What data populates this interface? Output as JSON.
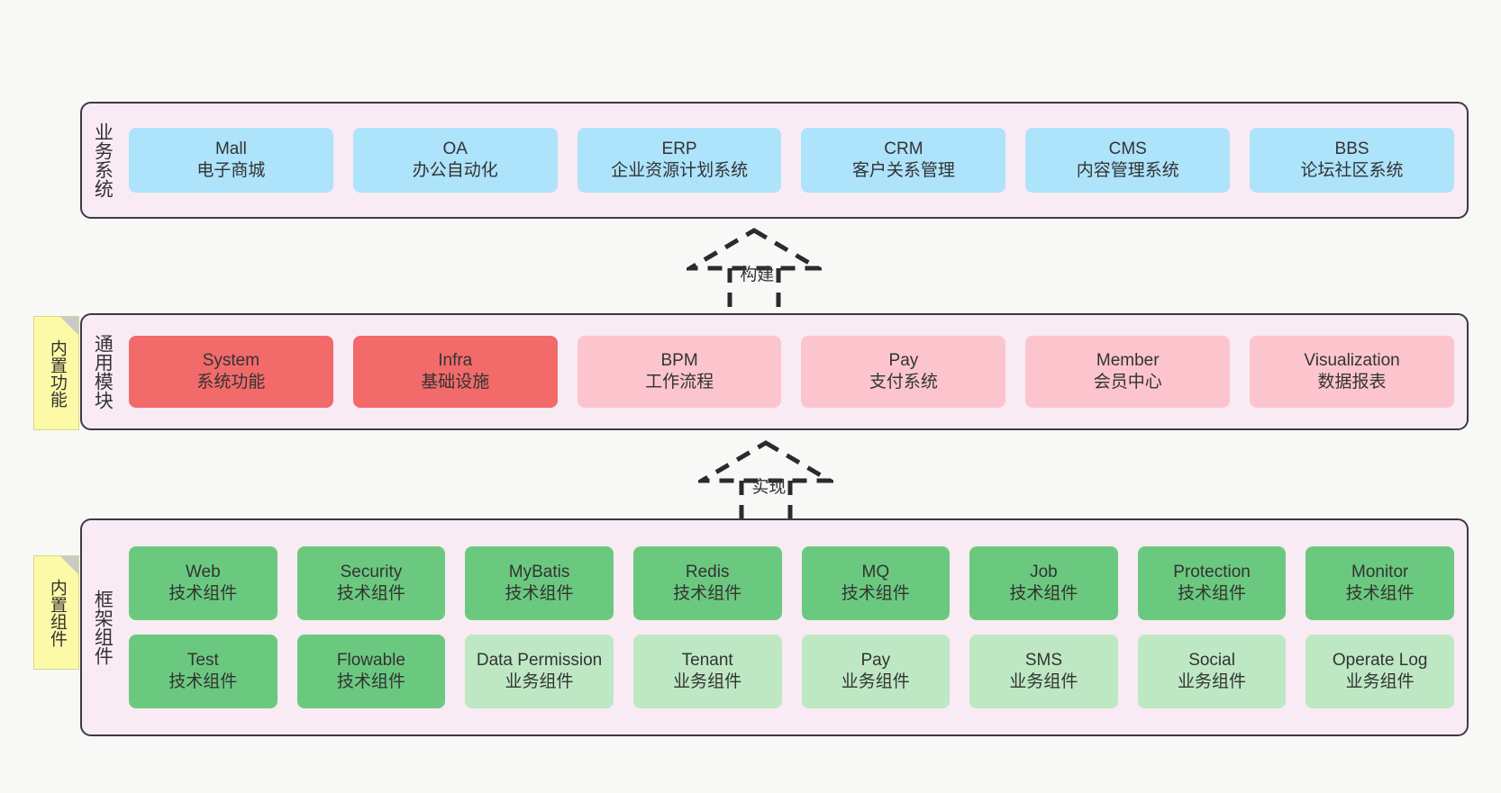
{
  "diagram": {
    "background_color": "#f8f8f6",
    "container_color": "#f9ebf4",
    "container_border_color": "#3a3a45"
  },
  "layers": [
    {
      "id": "business",
      "title": "业务系统",
      "rows": [
        {
          "cards": [
            {
              "en": "Mall",
              "cn": "电子商城",
              "color": "#ade3fb"
            },
            {
              "en": "OA",
              "cn": "办公自动化",
              "color": "#ade3fb"
            },
            {
              "en": "ERP",
              "cn": "企业资源计划系统",
              "color": "#ade3fb"
            },
            {
              "en": "CRM",
              "cn": "客户关系管理",
              "color": "#ade3fb"
            },
            {
              "en": "CMS",
              "cn": "内容管理系统",
              "color": "#ade3fb"
            },
            {
              "en": "BBS",
              "cn": "论坛社区系统",
              "color": "#ade3fb"
            }
          ]
        }
      ]
    },
    {
      "id": "common",
      "title": "通用模块",
      "note": "内置功能",
      "rows": [
        {
          "cards": [
            {
              "en": "System",
              "cn": "系统功能",
              "color": "#f26a6a"
            },
            {
              "en": "Infra",
              "cn": "基础设施",
              "color": "#f26a6a"
            },
            {
              "en": "BPM",
              "cn": "工作流程",
              "color": "#fcc5ce"
            },
            {
              "en": "Pay",
              "cn": "支付系统",
              "color": "#fcc5ce"
            },
            {
              "en": "Member",
              "cn": "会员中心",
              "color": "#fcc5ce"
            },
            {
              "en": "Visualization",
              "cn": "数据报表",
              "color": "#fcc5ce"
            }
          ]
        }
      ]
    },
    {
      "id": "framework",
      "title": "框架组件",
      "note": "内置组件",
      "rows": [
        {
          "cards": [
            {
              "en": "Web",
              "cn": "技术组件",
              "color": "#6bc97f"
            },
            {
              "en": "Security",
              "cn": "技术组件",
              "color": "#6bc97f"
            },
            {
              "en": "MyBatis",
              "cn": "技术组件",
              "color": "#6bc97f"
            },
            {
              "en": "Redis",
              "cn": "技术组件",
              "color": "#6bc97f"
            },
            {
              "en": "MQ",
              "cn": "技术组件",
              "color": "#6bc97f"
            },
            {
              "en": "Job",
              "cn": "技术组件",
              "color": "#6bc97f"
            },
            {
              "en": "Protection",
              "cn": "技术组件",
              "color": "#6bc97f"
            },
            {
              "en": "Monitor",
              "cn": "技术组件",
              "color": "#6bc97f"
            }
          ]
        },
        {
          "cards": [
            {
              "en": "Test",
              "cn": "技术组件",
              "color": "#6bc97f"
            },
            {
              "en": "Flowable",
              "cn": "技术组件",
              "color": "#6bc97f"
            },
            {
              "en": "Data Permission",
              "cn": "业务组件",
              "color": "#bde8c3"
            },
            {
              "en": "Tenant",
              "cn": "业务组件",
              "color": "#bde8c3"
            },
            {
              "en": "Pay",
              "cn": "业务组件",
              "color": "#bde8c3"
            },
            {
              "en": "SMS",
              "cn": "业务组件",
              "color": "#bde8c3"
            },
            {
              "en": "Social",
              "cn": "业务组件",
              "color": "#bde8c3"
            },
            {
              "en": "Operate Log",
              "cn": "业务组件",
              "color": "#bde8c3"
            }
          ]
        }
      ]
    }
  ],
  "arrows": [
    {
      "id": "build",
      "label": "构建"
    },
    {
      "id": "impl",
      "label": "实现"
    }
  ]
}
